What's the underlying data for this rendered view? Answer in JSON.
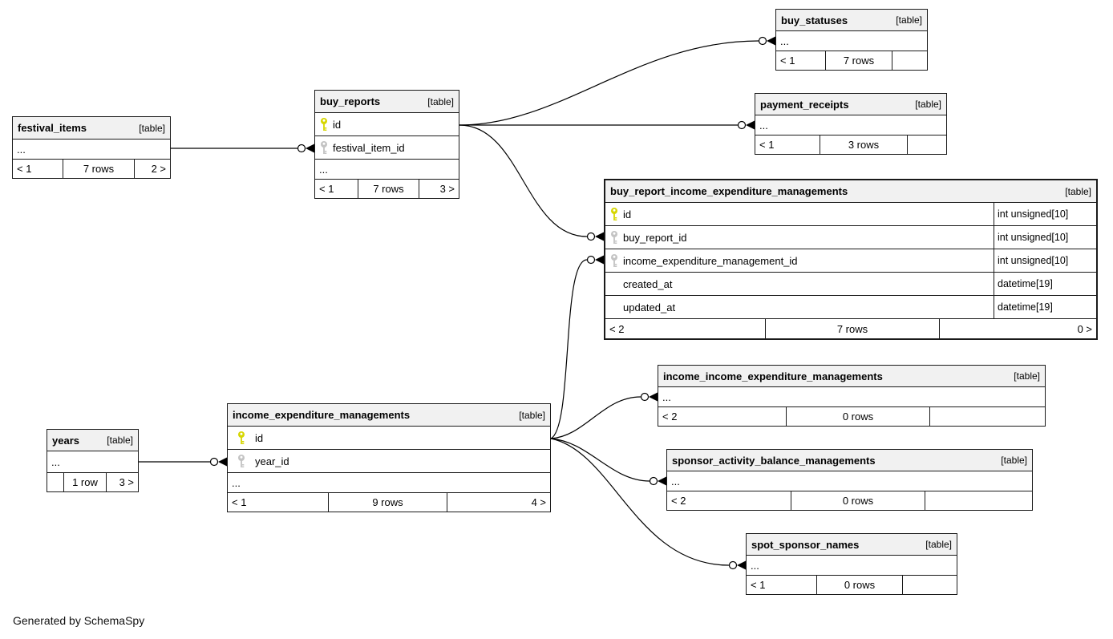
{
  "credit": "Generated by SchemaSpy",
  "colors": {
    "primary_key": "#d6d600",
    "foreign_key": "#c3c3c3",
    "header_bg": "#f1f1f1",
    "border": "#1a1a1a",
    "edge": "#000000"
  },
  "tables": {
    "festival_items": {
      "name": "festival_items",
      "tag": "[table]",
      "more": "...",
      "footer": [
        "< 1",
        "7 rows",
        "2 >"
      ]
    },
    "buy_reports": {
      "name": "buy_reports",
      "tag": "[table]",
      "more": "...",
      "columns": [
        {
          "name": "id",
          "key": "primary"
        },
        {
          "name": "festival_item_id",
          "key": "foreign"
        }
      ],
      "footer": [
        "< 1",
        "7 rows",
        "3 >"
      ]
    },
    "buy_statuses": {
      "name": "buy_statuses",
      "tag": "[table]",
      "more": "...",
      "footer": [
        "< 1",
        "7 rows",
        ""
      ]
    },
    "payment_receipts": {
      "name": "payment_receipts",
      "tag": "[table]",
      "more": "...",
      "footer": [
        "< 1",
        "3 rows",
        ""
      ]
    },
    "buy_report_income_expenditure_managements": {
      "name": "buy_report_income_expenditure_managements",
      "tag": "[table]",
      "columns": [
        {
          "name": "id",
          "key": "primary",
          "type": "int unsigned[10]"
        },
        {
          "name": "buy_report_id",
          "key": "foreign",
          "type": "int unsigned[10]"
        },
        {
          "name": "income_expenditure_management_id",
          "key": "foreign",
          "type": "int unsigned[10]"
        },
        {
          "name": "created_at",
          "key": "none",
          "type": "datetime[19]"
        },
        {
          "name": "updated_at",
          "key": "none",
          "type": "datetime[19]"
        }
      ],
      "footer": [
        "< 2",
        "7 rows",
        "0 >"
      ]
    },
    "income_income_expenditure_managements": {
      "name": "income_income_expenditure_managements",
      "tag": "[table]",
      "more": "...",
      "footer": [
        "< 2",
        "0 rows",
        ""
      ]
    },
    "sponsor_activity_balance_managements": {
      "name": "sponsor_activity_balance_managements",
      "tag": "[table]",
      "more": "...",
      "footer": [
        "< 2",
        "0 rows",
        ""
      ]
    },
    "spot_sponsor_names": {
      "name": "spot_sponsor_names",
      "tag": "[table]",
      "more": "...",
      "footer": [
        "< 1",
        "0 rows",
        ""
      ]
    },
    "income_expenditure_managements": {
      "name": "income_expenditure_managements",
      "tag": "[table]",
      "more": "...",
      "columns": [
        {
          "name": "id",
          "key": "primary"
        },
        {
          "name": "year_id",
          "key": "foreign"
        }
      ],
      "footer": [
        "< 1",
        "9 rows",
        "4 >"
      ]
    },
    "years": {
      "name": "years",
      "tag": "[table]",
      "more": "...",
      "footer": [
        "",
        "1 row",
        "3 >"
      ]
    }
  },
  "relationships": [
    {
      "from": "festival_items",
      "to": "buy_reports.festival_item_id"
    },
    {
      "from": "buy_reports.id",
      "to": "buy_statuses"
    },
    {
      "from": "buy_reports.id",
      "to": "payment_receipts"
    },
    {
      "from": "buy_reports.id",
      "to": "buy_report_income_expenditure_managements.buy_report_id"
    },
    {
      "from": "years",
      "to": "income_expenditure_managements.year_id"
    },
    {
      "from": "income_expenditure_managements.id",
      "to": "buy_report_income_expenditure_managements.income_expenditure_management_id"
    },
    {
      "from": "income_expenditure_managements.id",
      "to": "income_income_expenditure_managements"
    },
    {
      "from": "income_expenditure_managements.id",
      "to": "sponsor_activity_balance_managements"
    },
    {
      "from": "income_expenditure_managements.id",
      "to": "spot_sponsor_names"
    }
  ]
}
